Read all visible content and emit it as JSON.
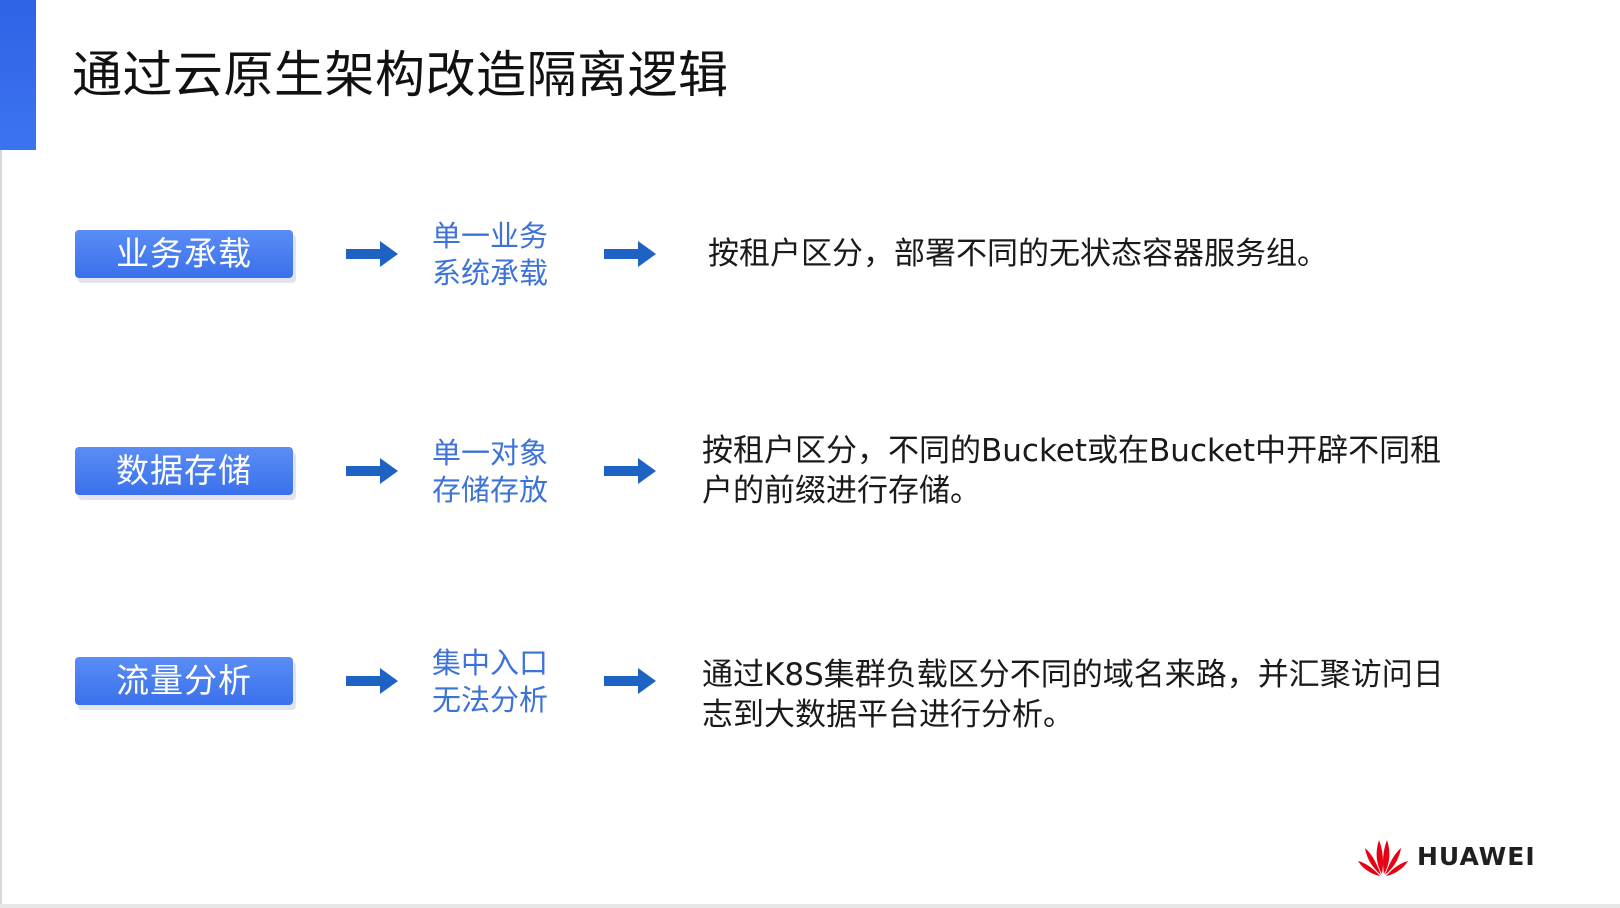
{
  "slide": {
    "title": "通过云原生架构改造隔离逻辑"
  },
  "colors": {
    "accent": "#3b74f0",
    "label_box": "#4a7ef0",
    "mid_text": "#3d73d9",
    "arrow": "#1e62c4",
    "logo_red": "#e60012"
  },
  "rows": [
    {
      "label": "业务承载",
      "mid": "单一业务\n系统承载",
      "desc": "按租户区分，部署不同的无状态容器服务组。"
    },
    {
      "label": "数据存储",
      "mid": "单一对象\n存储存放",
      "desc": "按租户区分，不同的Bucket或在Bucket中开辟不同租户的前缀进行存储。"
    },
    {
      "label": "流量分析",
      "mid": "集中入口\n无法分析",
      "desc": "通过K8S集群负载区分不同的域名来路，并汇聚访问日志到大数据平台进行分析。"
    }
  ],
  "icons": {
    "arrow": "arrow-right-icon",
    "logo": "huawei-logo-icon"
  },
  "logo": {
    "text": "HUAWEI"
  }
}
